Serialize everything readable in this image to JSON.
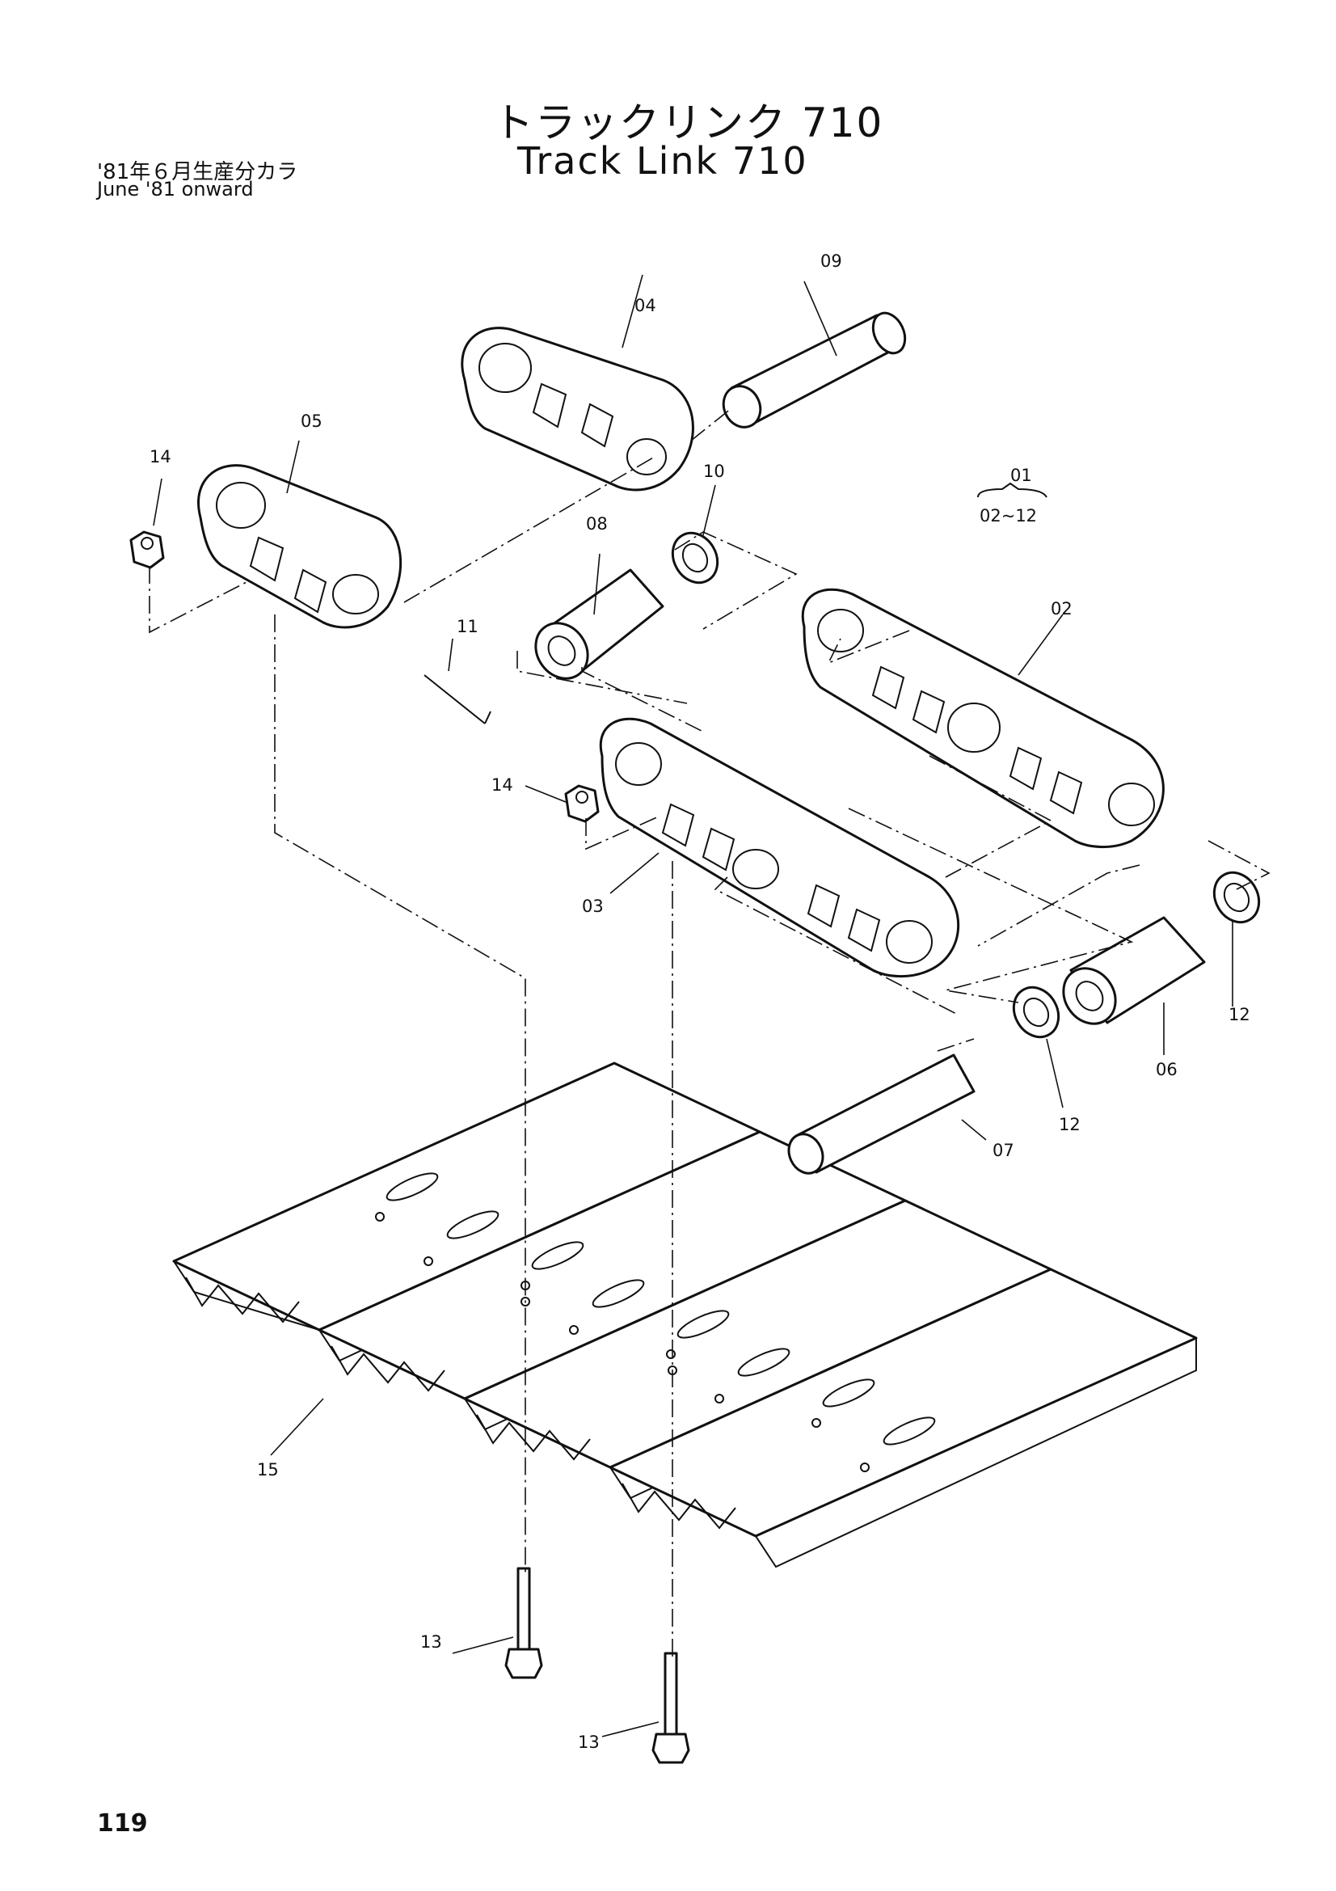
{
  "header": {
    "title_jp": "トラックリンク 710",
    "title_en": "Track Link 710",
    "note_jp": "'81年６月生産分カラ",
    "note_en": "June '81 onward"
  },
  "assembly": {
    "number": "01",
    "range": "02~12"
  },
  "callouts": [
    {
      "id": "c02",
      "text": "02"
    },
    {
      "id": "c03",
      "text": "03"
    },
    {
      "id": "c04",
      "text": "04"
    },
    {
      "id": "c05",
      "text": "05"
    },
    {
      "id": "c06",
      "text": "06"
    },
    {
      "id": "c07",
      "text": "07"
    },
    {
      "id": "c08",
      "text": "08"
    },
    {
      "id": "c09",
      "text": "09"
    },
    {
      "id": "c10",
      "text": "10"
    },
    {
      "id": "c11",
      "text": "11"
    },
    {
      "id": "c12a",
      "text": "12"
    },
    {
      "id": "c12b",
      "text": "12"
    },
    {
      "id": "c13a",
      "text": "13"
    },
    {
      "id": "c13b",
      "text": "13"
    },
    {
      "id": "c14a",
      "text": "14"
    },
    {
      "id": "c14b",
      "text": "14"
    },
    {
      "id": "c15",
      "text": "15"
    }
  ],
  "footer": {
    "page_number": "119"
  }
}
